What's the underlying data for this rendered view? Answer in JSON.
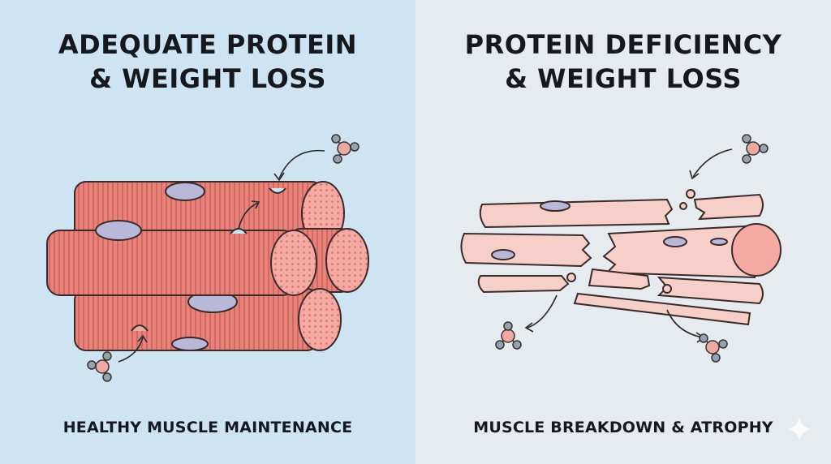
{
  "left_panel": {
    "title": "ADEQUATE PROTEIN\n& WEIGHT LOSS",
    "caption": "HEALTHY MUSCLE MAINTENANCE",
    "background": "#cfe4f3"
  },
  "right_panel": {
    "title": "PROTEIN DEFICIENCY\n& WEIGHT LOSS",
    "caption": "MUSCLE BREAKDOWN & ATROPHY",
    "background": "#e6ebef"
  },
  "colors": {
    "muscle_fiber": "#e8827a",
    "muscle_stripe": "#c9605a",
    "muscle_end": "#f4aaa2",
    "atrophied_fiber": "#f5cfc8",
    "nucleus": "#b9b8d9",
    "molecule_center": "#f0a9a2",
    "molecule_atom": "#98a2ad"
  },
  "icons": [
    "protein-molecule-icon",
    "arrow-icon",
    "sparkle-icon"
  ]
}
